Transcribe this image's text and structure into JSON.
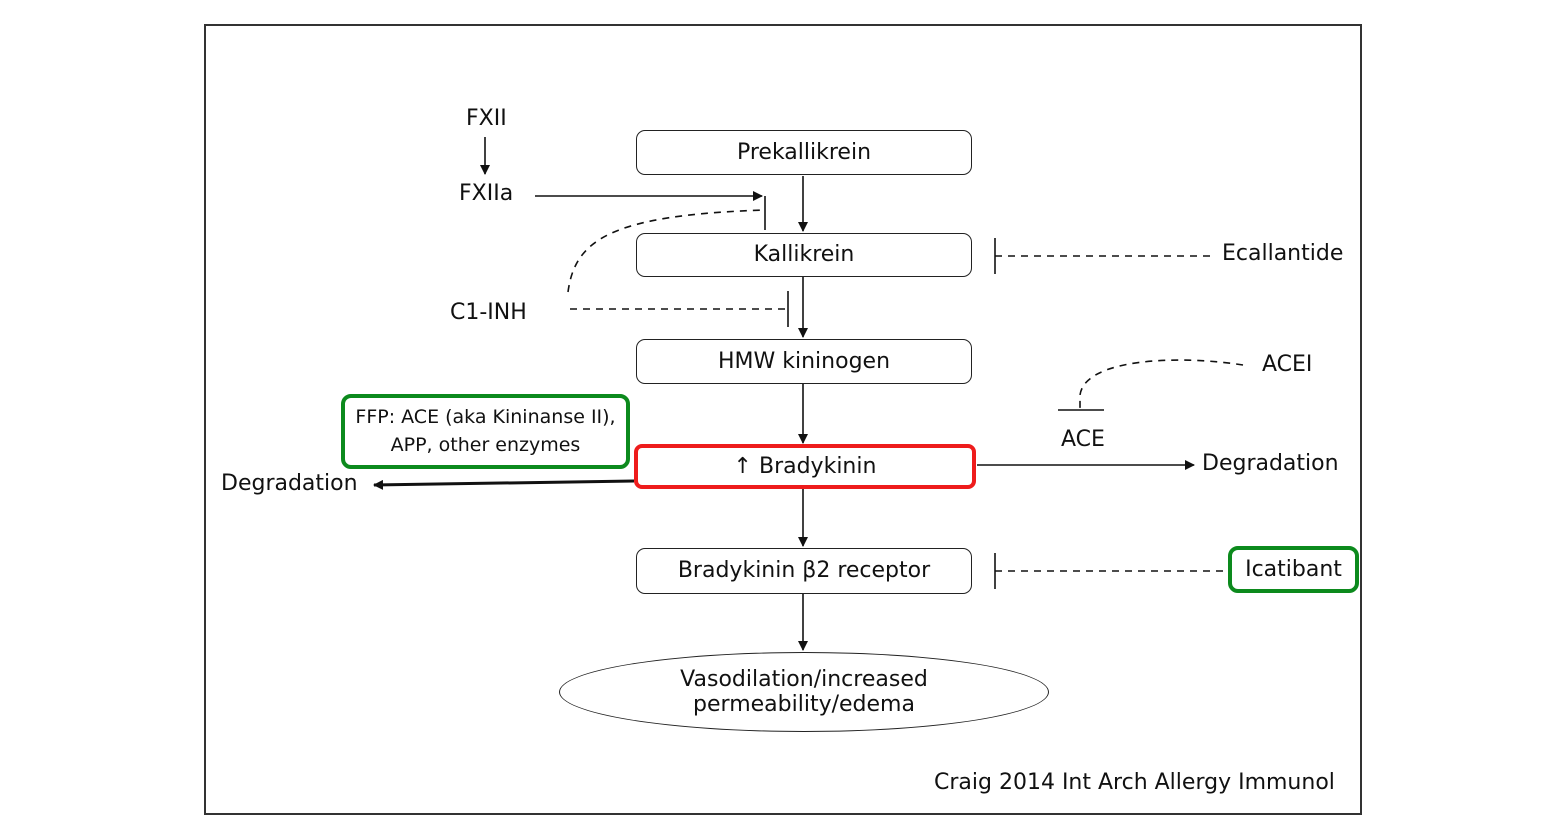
{
  "nodes": {
    "fxii": "FXII",
    "fxiia": "FXIIa",
    "prekallikrein": "Prekallikrein",
    "kallikrein": "Kallikrein",
    "c1inh": "C1-INH",
    "ecallantide": "Ecallantide",
    "hmw_kininogen": "HMW kininogen",
    "acei": "ACEI",
    "ace": "ACE",
    "bradykinin": "↑ Bradykinin",
    "degradation_left": "Degradation",
    "degradation_right": "Degradation",
    "ffp_line1": "FFP: ACE (aka Kininanse II),",
    "ffp_line2": "APP, other enzymes",
    "receptor": "Bradykinin β2 receptor",
    "icatibant": "Icatibant",
    "outcome_line1": "Vasodilation/increased",
    "outcome_line2": "permeability/edema"
  },
  "citation": "Craig 2014 Int Arch Allergy Immunol",
  "colors": {
    "highlight_red": "#ee1c1c",
    "highlight_green": "#0c8a1d"
  }
}
